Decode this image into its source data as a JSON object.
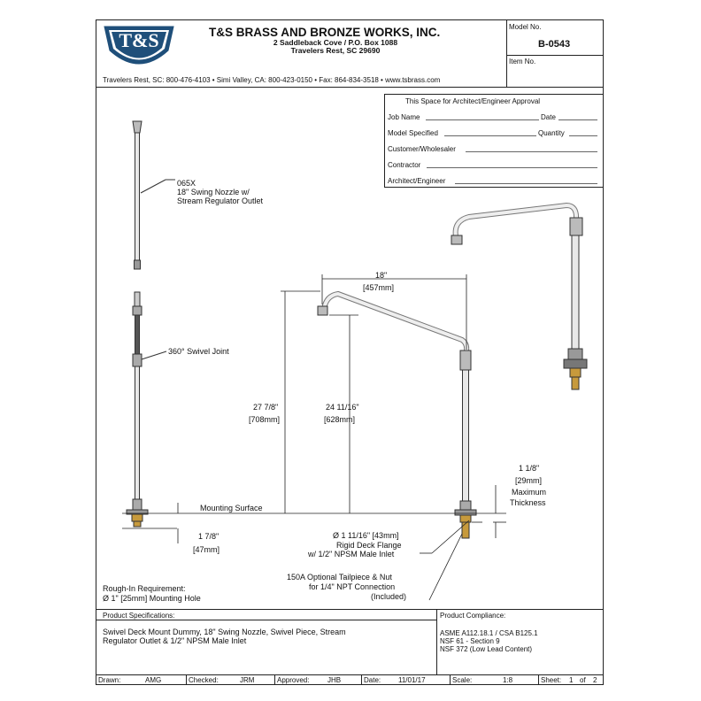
{
  "header": {
    "logo_text": "T&S",
    "company": "T&S BRASS AND BRONZE WORKS, INC.",
    "address1": "2 Saddleback Cove / P.O. Box 1088",
    "address2": "Travelers Rest, SC  29690",
    "contact": "Travelers Rest, SC: 800-476-4103 • Simi Valley, CA: 800-423-0150 • Fax: 864-834-3518 • www.tsbrass.com",
    "model_label": "Model No.",
    "model_value": "B-0543",
    "item_label": "Item No."
  },
  "approval": {
    "title": "This Space for Architect/Engineer Approval",
    "job_name": "Job Name",
    "date": "Date",
    "model_specified": "Model Specified",
    "quantity": "Quantity",
    "customer": "Customer/Wholesaler",
    "contractor": "Contractor",
    "architect": "Architect/Engineer"
  },
  "drawing": {
    "nozzle_code": "065X",
    "nozzle_desc1": "18\" Swing Nozzle w/",
    "nozzle_desc2": "Stream Regulator Outlet",
    "swivel": "360° Swivel Joint",
    "width_in": "18\"",
    "width_mm": "[457mm]",
    "height_in": "27 7/8\"",
    "height_mm": "[708mm]",
    "height2_in": "24 11/16\"",
    "height2_mm": "[628mm]",
    "thick_in": "1 1/8\"",
    "thick_mm": "[29mm]",
    "thick_l1": "Maximum",
    "thick_l2": "Thickness",
    "mounting": "Mounting Surface",
    "below_in": "1 7/8\"",
    "below_mm": "[47mm]",
    "flange1": "Ø 1 11/16\" [43mm]",
    "flange2": "Rigid Deck Flange",
    "flange3": "w/ 1/2\" NPSM Male Inlet",
    "tail1": "150A Optional Tailpiece & Nut",
    "tail2": "for 1/4\" NPT Connection",
    "tail3": "(Included)",
    "roughin1": "Rough-In Requirement:",
    "roughin2": "Ø 1\" [25mm] Mounting Hole"
  },
  "specs": {
    "label": "Product Specifications:",
    "text1": "Swivel Deck Mount Dummy, 18\" Swing Nozzle, Swivel Piece, Stream",
    "text2": "Regulator Outlet & 1/2\" NPSM Male Inlet"
  },
  "compliance": {
    "label": "Product Compliance:",
    "line1": "ASME A112.18.1 / CSA B125.1",
    "line2": "NSF 61 - Section 9",
    "line3": "NSF 372 (Low Lead Content)"
  },
  "footer": {
    "drawn_label": "Drawn:",
    "drawn": "AMG",
    "checked_label": "Checked:",
    "checked": "JRM",
    "approved_label": "Approved:",
    "approved": "JHB",
    "date_label": "Date:",
    "date": "11/01/17",
    "scale_label": "Scale:",
    "scale": "1:8",
    "sheet_label": "Sheet:",
    "sheet": "1",
    "of": "of",
    "sheets": "2"
  }
}
